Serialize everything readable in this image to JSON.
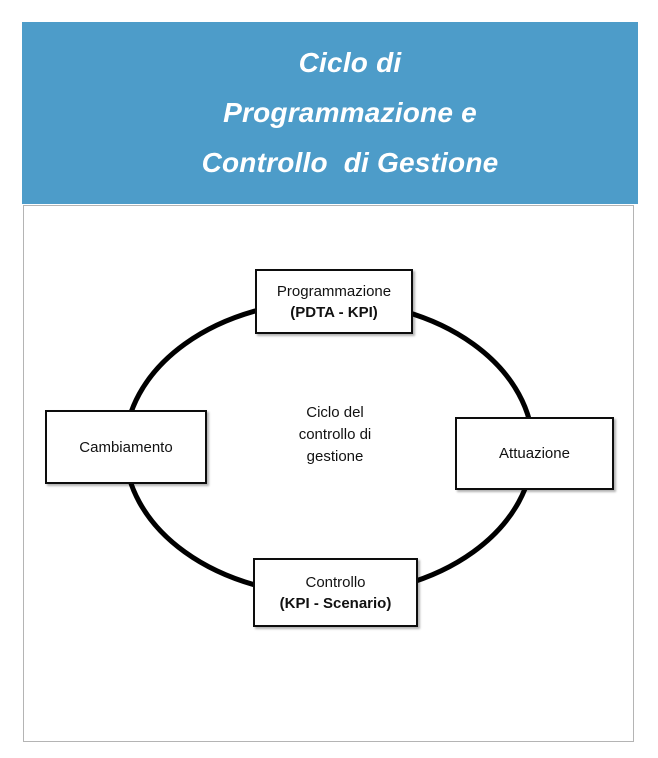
{
  "slide": {
    "background_color": "#ffffff"
  },
  "header": {
    "background_color": "#4d9cc9",
    "text_color": "#ffffff",
    "title_lines": [
      "Ciclo di",
      "Programmazione e",
      "Controllo  di Gestione"
    ]
  },
  "diagram": {
    "type": "cycle",
    "panel_border_color": "#b4b4b4",
    "ring_color": "#000000",
    "center_caption_lines": [
      "Ciclo del",
      "controllo di",
      "gestione"
    ],
    "nodes": [
      {
        "id": "programmazione",
        "position": "top",
        "line1": "Programmazione",
        "line2": "(PDTA - KPI)"
      },
      {
        "id": "attuazione",
        "position": "right",
        "line1": "Attuazione",
        "line2": ""
      },
      {
        "id": "controllo",
        "position": "bottom",
        "line1": "Controllo",
        "line2": "(KPI - Scenario)"
      },
      {
        "id": "cambiamento",
        "position": "left",
        "line1": "Cambiamento",
        "line2": ""
      }
    ]
  }
}
